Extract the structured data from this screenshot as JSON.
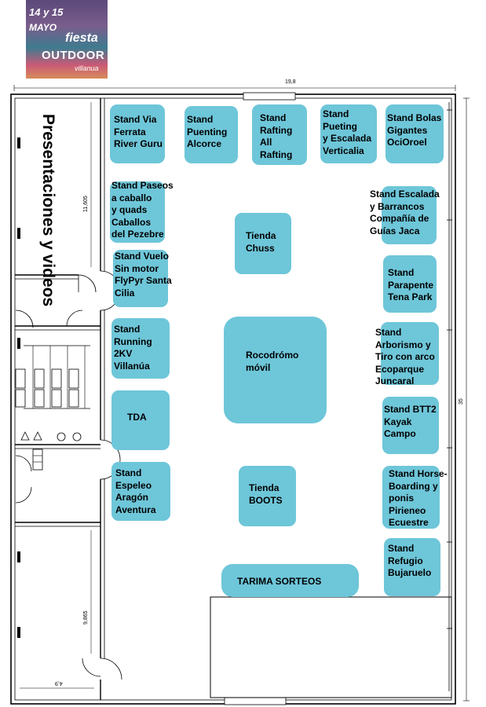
{
  "logo": {
    "date_line1": "14 y 15",
    "date_line2": "MAYO",
    "line_fiesta": "fiesta",
    "line_outdoor": "OUTDOOR",
    "line_place": "villanua"
  },
  "dimensions": {
    "top_width": "19,8",
    "right_height": "35",
    "left_top_height": "11,605",
    "left_bottom_height": "9,865",
    "bottom_small_width": "4,9"
  },
  "presentations_label": "Presentaciones y videos",
  "stands": [
    {
      "id": "via-ferrata",
      "text": "Stand Via\nFerrata\nRiver Guru"
    },
    {
      "id": "puenting-alcorce",
      "text": "Stand\nPuenting\nAlcorce"
    },
    {
      "id": "rafting",
      "text": "Stand\nRafting\nAll\nRafting"
    },
    {
      "id": "pueting-verticalia",
      "text": "Stand\nPueting\ny Escalada\nVerticalia"
    },
    {
      "id": "bolas-gigantes",
      "text": "Stand Bolas\nGigantes\nOciOroel"
    },
    {
      "id": "paseos-caballo",
      "text": "Stand Paseos\na caballo\ny quads\nCaballos\ndel Pezebre"
    },
    {
      "id": "escalada-barrancos",
      "text": "Stand Escalada\ny Barrancos\nCompañía de\nGuías Jaca"
    },
    {
      "id": "tienda-chuss",
      "text": "Tienda\nChuss"
    },
    {
      "id": "vuelo-sin-motor",
      "text": "Stand Vuelo\nSin motor\nFlyPyr Santa\nCilia"
    },
    {
      "id": "parapente",
      "text": "Stand\nParapente\nTena Park"
    },
    {
      "id": "running",
      "text": "Stand\nRunning\n2KV\nVillanúa"
    },
    {
      "id": "rocodromo",
      "text": "Rocodrómo\nmóvil"
    },
    {
      "id": "arborismo",
      "text": "Stand\nArborismo y\nTiro con arco\nEcoparque\nJuncaral"
    },
    {
      "id": "tda",
      "text": "TDA"
    },
    {
      "id": "btt",
      "text": "Stand BTT2\nKayak\nCampo"
    },
    {
      "id": "espeleo",
      "text": "Stand\nEspeleo\nAragón\nAventura"
    },
    {
      "id": "tienda-boots",
      "text": "Tienda\nBOOTS"
    },
    {
      "id": "horse-boarding",
      "text": "Stand Horse-\nBoarding y\nponis\nPirieneo\nEcuestre"
    },
    {
      "id": "refugio",
      "text": "Stand\nRefugio\nBujaruelo"
    },
    {
      "id": "tarima",
      "text": "TARIMA SORTEOS"
    }
  ],
  "colors": {
    "stand_fill": "#6ec6d9",
    "wall": "#000000"
  }
}
